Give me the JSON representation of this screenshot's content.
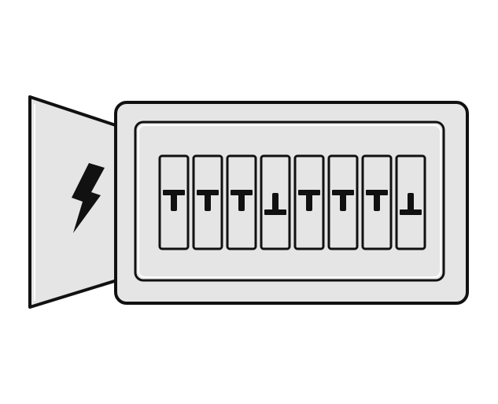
{
  "panel": {
    "door_icon": "lightning-bolt-icon",
    "colors": {
      "panel_fill": "#e5e5e5",
      "outline": "#111111",
      "highlight": "#ffffff",
      "lever": "#111111"
    },
    "breakers": [
      {
        "state": "up"
      },
      {
        "state": "up"
      },
      {
        "state": "up"
      },
      {
        "state": "down"
      },
      {
        "state": "up"
      },
      {
        "state": "up"
      },
      {
        "state": "up"
      },
      {
        "state": "down"
      }
    ]
  }
}
